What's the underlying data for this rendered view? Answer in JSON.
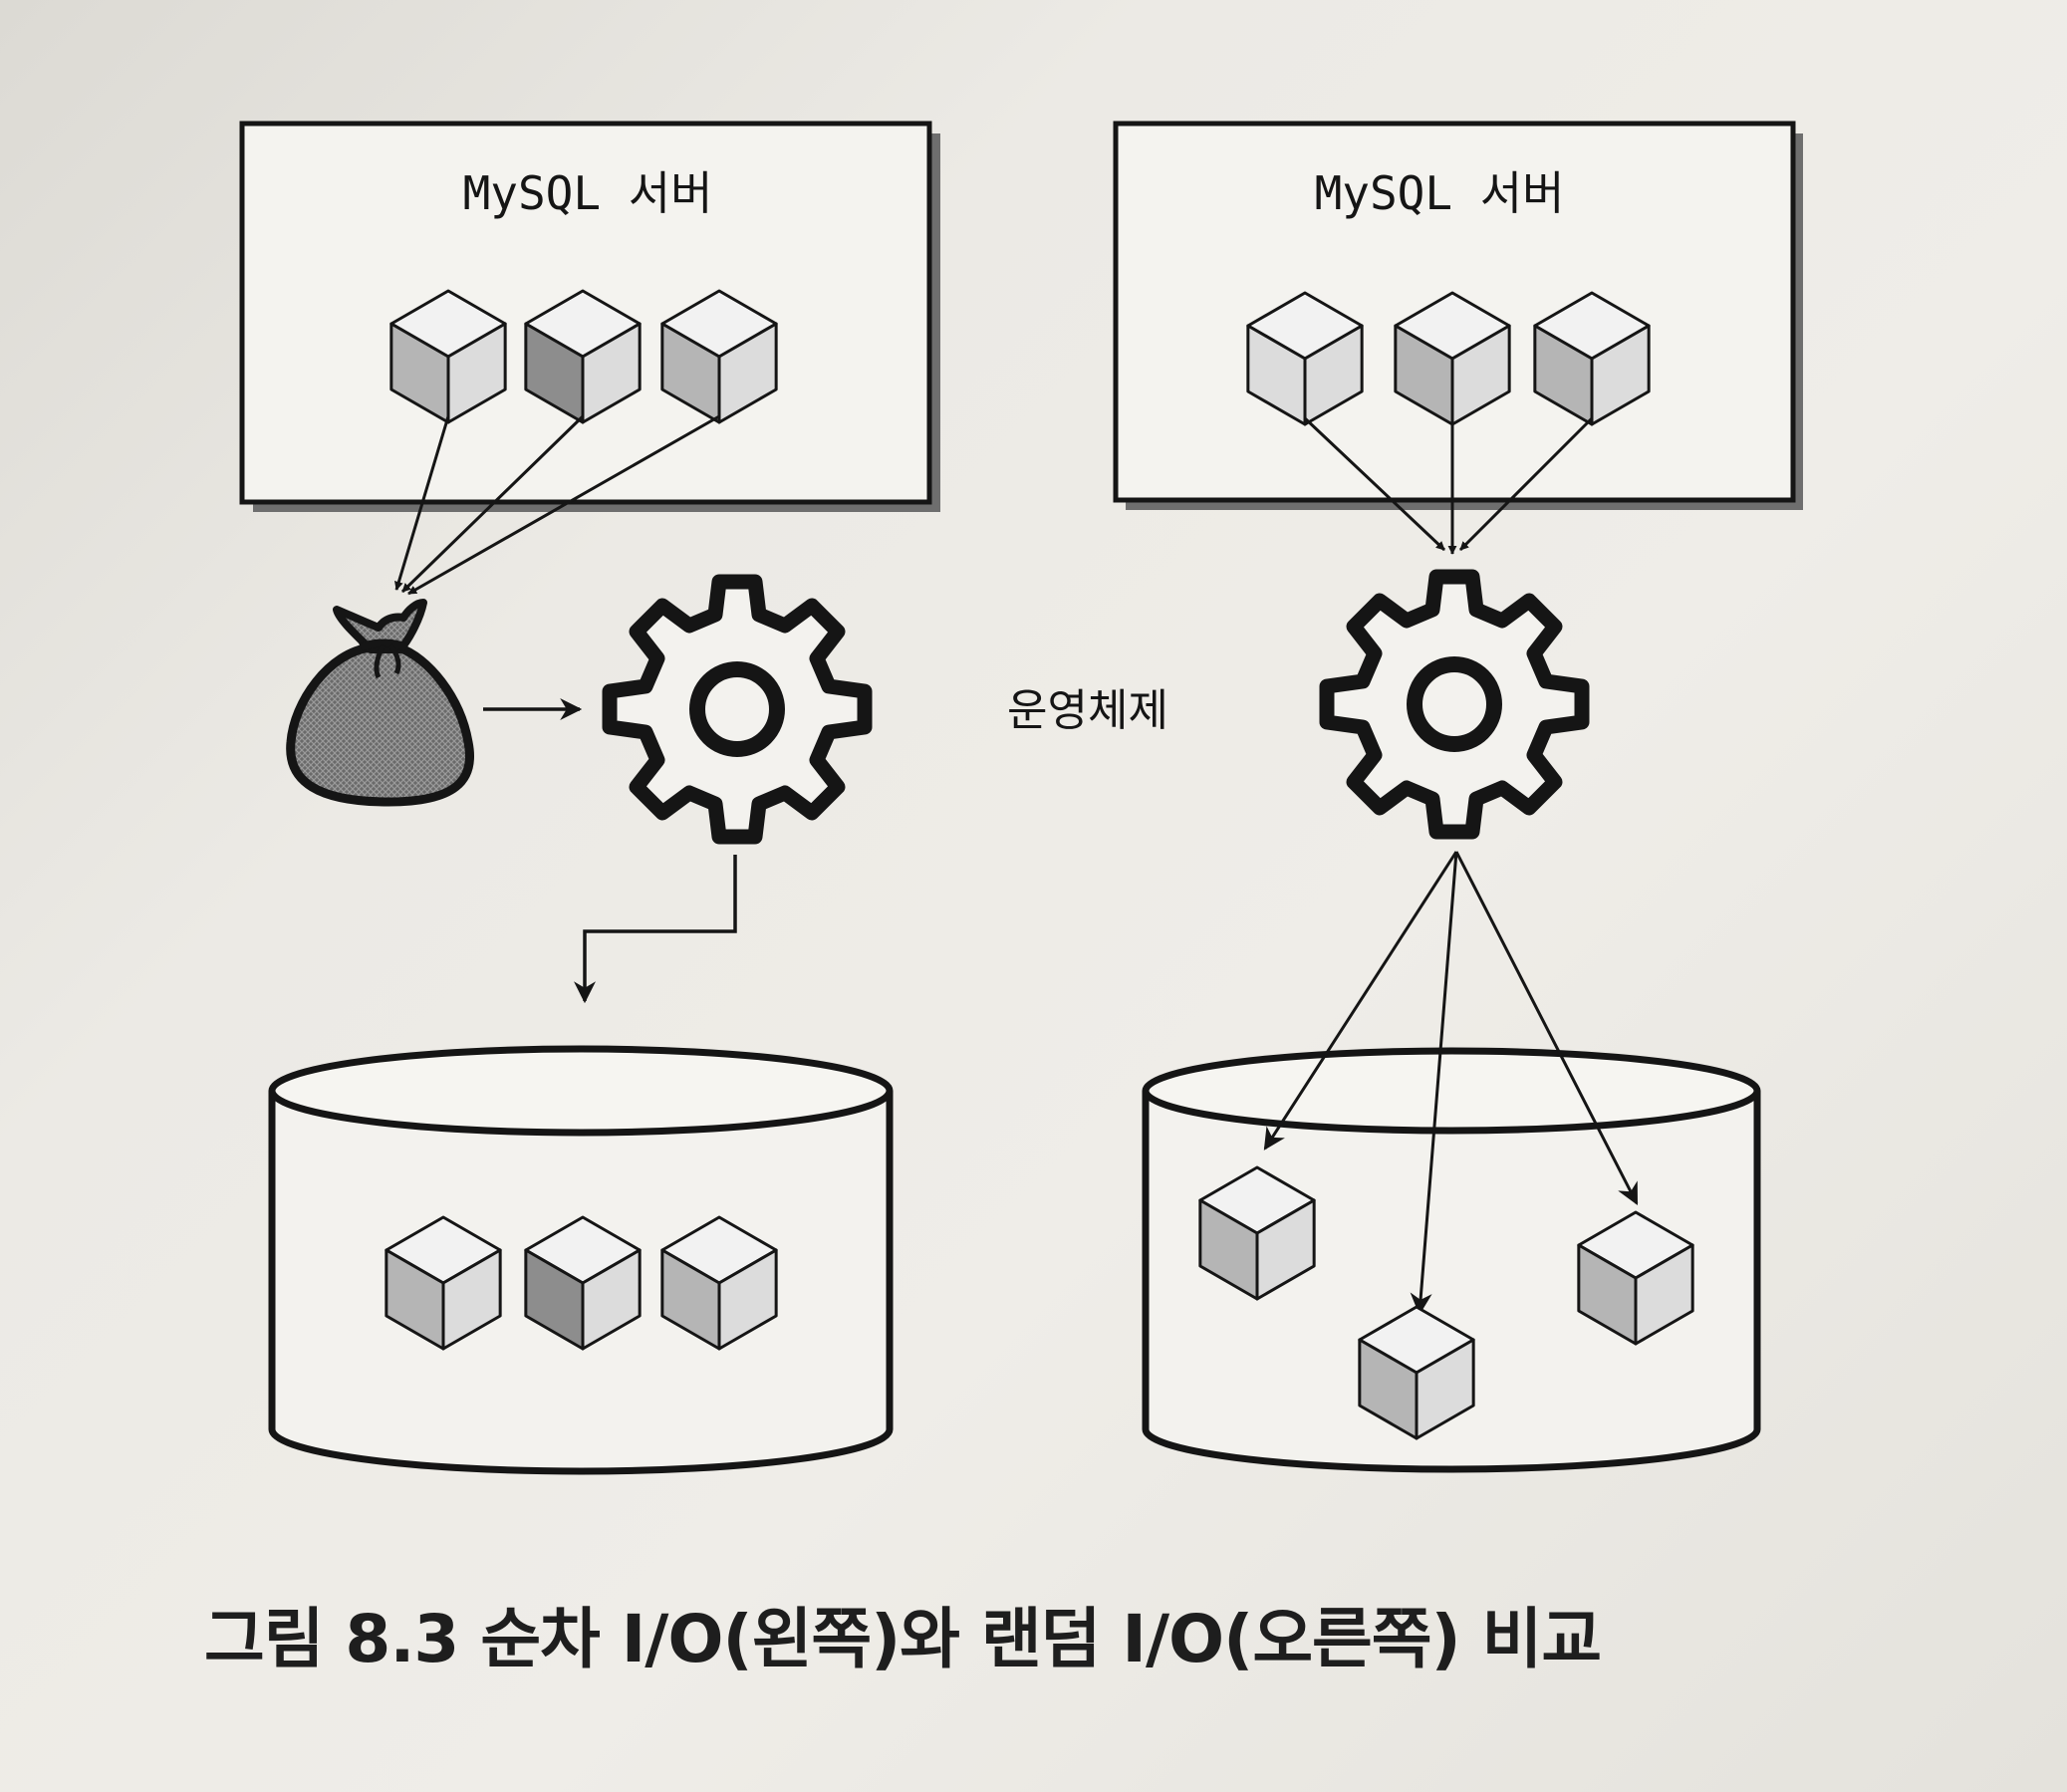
{
  "left_server": {
    "title": "MySQL 서버"
  },
  "right_server": {
    "title": "MySQL 서버"
  },
  "os_label": "운영체제",
  "caption": "그림 8.3 순차 I/O(왼쪽)와 랜덤 I/O(오른쪽) 비교",
  "icons": {
    "block": "cube-icon",
    "buffer": "sack-icon",
    "os": "gear-icon",
    "disk": "disk-cylinder-icon"
  },
  "colors": {
    "ink": "#151515",
    "sack_fill": "#707070",
    "cube_light": "#dcdcdc",
    "cube_mid": "#b5b5b5",
    "cube_dark": "#8d8d8d"
  }
}
